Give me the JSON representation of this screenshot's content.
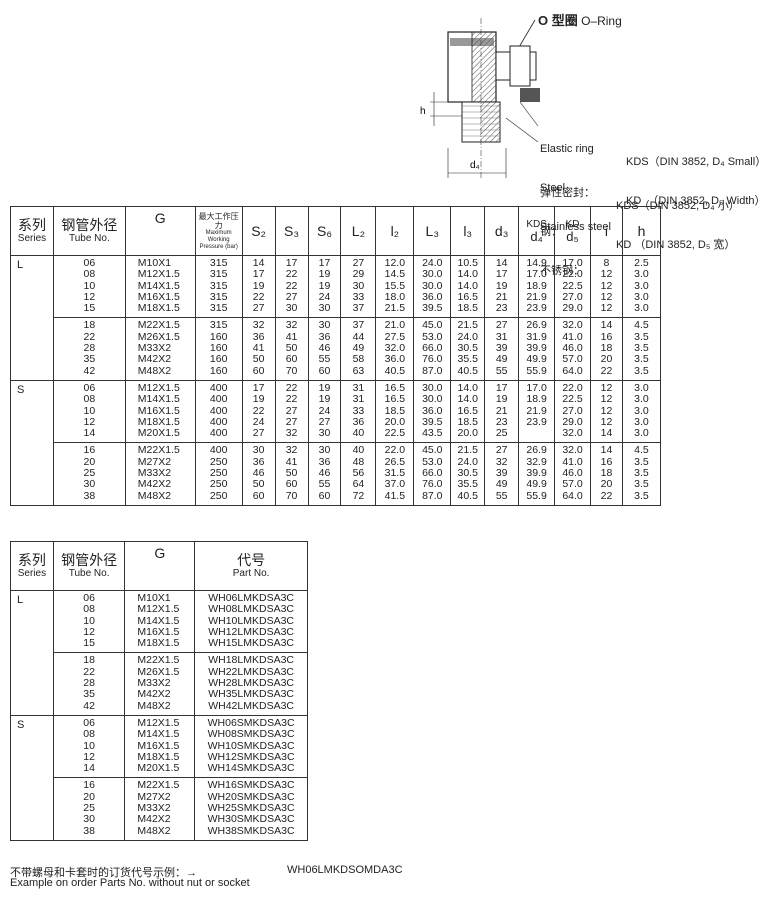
{
  "legend": {
    "oring_cn": "O 型圈",
    "oring_en": "O–Ring",
    "en_lines": [
      "Elastic ring",
      "Steel",
      "Stainless steel"
    ],
    "en_codes": [
      "",
      "KDS（DIN 3852, D₄ Small）",
      "KD  （DIN 3852, D₅ Width）"
    ],
    "cn_lines": [
      "弹性密封：",
      "钢：",
      "不锈钢："
    ],
    "cn_codes": [
      "",
      "KDS（DIN 3852, D₄ 小）",
      "KD （DIN 3852, D₅ 宽）"
    ]
  },
  "diagram": {
    "label_h": "h",
    "label_d4": "d₄"
  },
  "table1": {
    "headers": {
      "series_cn": "系列",
      "series_en": "Series",
      "tube_cn": "钢管外径",
      "tube_en": "Tube No.",
      "g": "G",
      "pressure_cn": "最大工作压力",
      "pressure_en": "Maximum Working Pressure (bar)",
      "s2": "S₂",
      "s3": "S₃",
      "s6": "S₆",
      "l2u": "L₂",
      "l2": "l₂",
      "l3u": "L₃",
      "l3": "l₃",
      "d3": "d₃",
      "kds": "KDS",
      "d4": "d₄",
      "kd": "KD",
      "d5": "d₅",
      "i": "i",
      "h": "h"
    },
    "groups": [
      {
        "series": "L",
        "tube": "06\n08\n10\n12\n15",
        "g": "M10X1\nM12X1.5\nM14X1.5\nM16X1.5\nM18X1.5",
        "p": "315\n315\n315\n315\n315",
        "s2": "14\n17\n19\n22\n27",
        "s3": "17\n22\n22\n27\n30",
        "s6": "17\n19\n19\n24\n30",
        "l2u": "27\n29\n30\n33\n37",
        "l2": "12.0\n14.5\n15.5\n18.0\n21.5",
        "l3u": "24.0\n30.0\n30.0\n36.0\n39.5",
        "l3": "10.5\n14.0\n14.0\n16.5\n18.5",
        "d3": "14\n17\n19\n21\n23",
        "d4": "14.9\n17.0\n18.9\n21.9\n23.9",
        "d5": "17.0\n22.0\n22.5\n27.0\n29.0",
        "i": "8\n12\n12\n12\n12",
        "h": "2.5\n3.0\n3.0\n3.0\n3.0"
      },
      {
        "series": "",
        "tube": "18\n22\n28\n35\n42",
        "g": "M22X1.5\nM26X1.5\nM33X2\nM42X2\nM48X2",
        "p": "315\n160\n160\n160\n160",
        "s2": "32\n36\n41\n50\n60",
        "s3": "32\n41\n50\n60\n70",
        "s6": "30\n36\n46\n55\n60",
        "l2u": "37\n44\n49\n58\n63",
        "l2": "21.0\n27.5\n32.0\n36.0\n40.5",
        "l3u": "45.0\n53.0\n66.0\n76.0\n87.0",
        "l3": "21.5\n24.0\n30.5\n35.5\n40.5",
        "d3": "27\n31\n39\n49\n55",
        "d4": "26.9\n31.9\n39.9\n49.9\n55.9",
        "d5": "32.0\n41.0\n46.0\n57.0\n64.0",
        "i": "14\n16\n18\n20\n22",
        "h": "4.5\n3.5\n3.5\n3.5\n3.5"
      },
      {
        "series": "S",
        "tube": "06\n08\n10\n12\n14",
        "g": "M12X1.5\nM14X1.5\nM16X1.5\nM18X1.5\nM20X1.5",
        "p": "400\n400\n400\n400\n400",
        "s2": "17\n19\n22\n24\n27",
        "s3": "22\n22\n27\n27\n32",
        "s6": "19\n19\n24\n27\n30",
        "l2u": "31\n31\n33\n36\n40",
        "l2": "16.5\n16.5\n18.5\n20.0\n22.5",
        "l3u": "30.0\n30.0\n36.0\n39.5\n43.5",
        "l3": "14.0\n14.0\n16.5\n18.5\n20.0",
        "d3": "17\n19\n21\n23\n25",
        "d4": "17.0\n18.9\n21.9\n23.9\n",
        "d5": "22.0\n22.5\n27.0\n29.0\n32.0",
        "i": "12\n12\n12\n12\n14",
        "h": "3.0\n3.0\n3.0\n3.0\n3.0"
      },
      {
        "series": "",
        "tube": "16\n20\n25\n30\n38",
        "g": "M22X1.5\nM27X2\nM33X2\nM42X2\nM48X2",
        "p": "400\n250\n250\n250\n250",
        "s2": "30\n36\n46\n50\n60",
        "s3": "32\n41\n50\n60\n70",
        "s6": "30\n36\n46\n55\n60",
        "l2u": "40\n48\n56\n64\n72",
        "l2": "22.0\n26.5\n31.5\n37.0\n41.5",
        "l3u": "45.0\n53.0\n66.0\n76.0\n87.0",
        "l3": "21.5\n24.0\n30.5\n35.5\n40.5",
        "d3": "27\n32\n39\n49\n55",
        "d4": "26.9\n32.9\n39.9\n49.9\n55.9",
        "d5": "32.0\n41.0\n46.0\n57.0\n64.0",
        "i": "14\n16\n18\n20\n22",
        "h": "4.5\n3.5\n3.5\n3.5\n3.5"
      }
    ]
  },
  "table2": {
    "headers": {
      "series_cn": "系列",
      "series_en": "Series",
      "tube_cn": "钢管外径",
      "tube_en": "Tube No.",
      "g": "G",
      "code_cn": "代号",
      "code_en": "Part No."
    },
    "groups": [
      {
        "series": "L",
        "tube": "06\n08\n10\n12\n15",
        "g": "M10X1\nM12X1.5\nM14X1.5\nM16X1.5\nM18X1.5",
        "part": "WH06LMKDSA3C\nWH08LMKDSA3C\nWH10LMKDSA3C\nWH12LMKDSA3C\nWH15LMKDSA3C"
      },
      {
        "series": "",
        "tube": "18\n22\n28\n35\n42",
        "g": "M22X1.5\nM26X1.5\nM33X2\nM42X2\nM48X2",
        "part": "WH18LMKDSA3C\nWH22LMKDSA3C\nWH28LMKDSA3C\nWH35LMKDSA3C\nWH42LMKDSA3C"
      },
      {
        "series": "S",
        "tube": "06\n08\n10\n12\n14",
        "g": "M12X1.5\nM14X1.5\nM16X1.5\nM18X1.5\nM20X1.5",
        "part": "WH06SMKDSA3C\nWH08SMKDSA3C\nWH10SMKDSA3C\nWH12SMKDSA3C\nWH14SMKDSA3C"
      },
      {
        "series": "",
        "tube": "16\n20\n25\n30\n38",
        "g": "M22X1.5\nM27X2\nM33X2\nM42X2\nM48X2",
        "part": "WH16SMKDSA3C\nWH20SMKDSA3C\nWH25SMKDSA3C\nWH30SMKDSA3C\nWH38SMKDSA3C"
      }
    ]
  },
  "footer": {
    "cn": "不带螺母和卡套时的订货代号示例：→",
    "en": "Example on order Parts No. without nut or socket",
    "example": "WH06LMKDSOMDA3C"
  }
}
